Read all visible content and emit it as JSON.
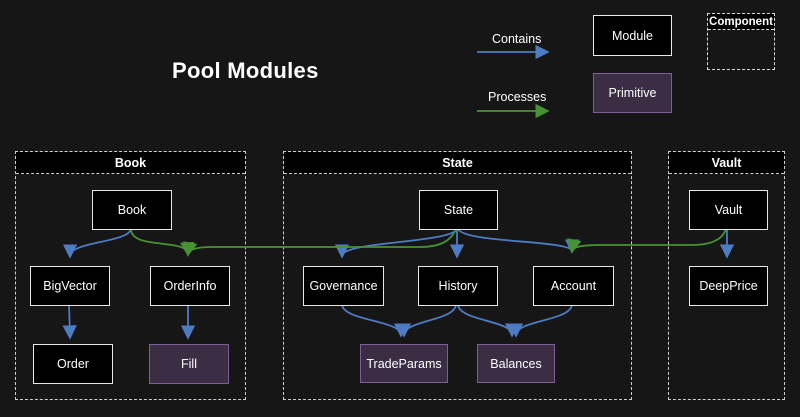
{
  "title": "Pool Modules",
  "legend": {
    "contains_label": "Contains",
    "processes_label": "Processes",
    "module_label": "Module",
    "primitive_label": "Primitive",
    "component_label": "Component"
  },
  "colors": {
    "background": "#161616",
    "module_fill": "#000000",
    "module_border": "#e8e8e8",
    "primitive_fill": "#3a2d44",
    "primitive_border": "#7d5e97",
    "container_border": "#cfcfcf",
    "contains_arrow": "#4d7cc2",
    "processes_arrow": "#479334",
    "text": "#ffffff"
  },
  "containers": [
    {
      "id": "book",
      "label": "Book"
    },
    {
      "id": "state",
      "label": "State"
    },
    {
      "id": "vault",
      "label": "Vault"
    }
  ],
  "nodes": {
    "book": {
      "label": "Book",
      "type": "module",
      "container": "Book"
    },
    "bigvector": {
      "label": "BigVector",
      "type": "module",
      "container": "Book"
    },
    "orderinfo": {
      "label": "OrderInfo",
      "type": "module",
      "container": "Book"
    },
    "order": {
      "label": "Order",
      "type": "module",
      "container": "Book"
    },
    "fill": {
      "label": "Fill",
      "type": "primitive",
      "container": "Book"
    },
    "state": {
      "label": "State",
      "type": "module",
      "container": "State"
    },
    "governance": {
      "label": "Governance",
      "type": "module",
      "container": "State"
    },
    "history": {
      "label": "History",
      "type": "module",
      "container": "State"
    },
    "account": {
      "label": "Account",
      "type": "module",
      "container": "State"
    },
    "tradeparams": {
      "label": "TradeParams",
      "type": "primitive",
      "container": "State"
    },
    "balances": {
      "label": "Balances",
      "type": "primitive",
      "container": "State"
    },
    "vault": {
      "label": "Vault",
      "type": "module",
      "container": "Vault"
    },
    "deepprice": {
      "label": "DeepPrice",
      "type": "module",
      "container": "Vault"
    }
  },
  "edges": [
    {
      "from": "book",
      "to": "bigvector",
      "type": "contains"
    },
    {
      "from": "bigvector",
      "to": "order",
      "type": "contains"
    },
    {
      "from": "orderinfo",
      "to": "fill",
      "type": "contains"
    },
    {
      "from": "state",
      "to": "governance",
      "type": "contains"
    },
    {
      "from": "state",
      "to": "history",
      "type": "contains"
    },
    {
      "from": "state",
      "to": "account",
      "type": "contains"
    },
    {
      "from": "governance",
      "to": "tradeparams",
      "type": "contains"
    },
    {
      "from": "history",
      "to": "tradeparams",
      "type": "contains"
    },
    {
      "from": "history",
      "to": "balances",
      "type": "contains"
    },
    {
      "from": "account",
      "to": "balances",
      "type": "contains"
    },
    {
      "from": "vault",
      "to": "deepprice",
      "type": "contains"
    },
    {
      "from": "book",
      "to": "orderinfo",
      "type": "processes"
    },
    {
      "from": "state",
      "to": "orderinfo",
      "type": "processes"
    },
    {
      "from": "vault",
      "to": "account",
      "type": "processes"
    }
  ]
}
